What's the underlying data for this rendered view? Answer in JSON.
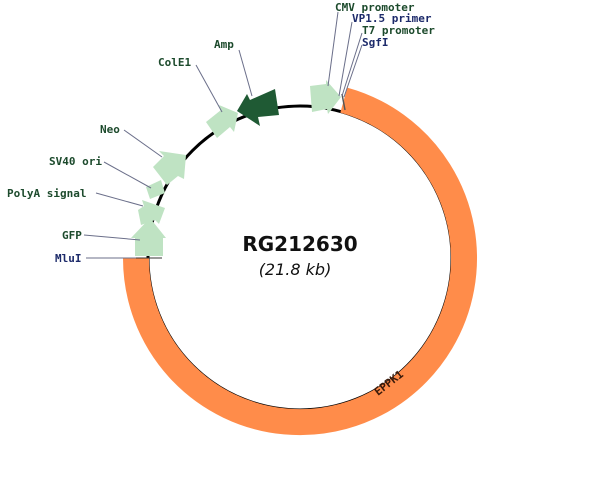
{
  "plasmid": {
    "name": "RG212630",
    "size": "(21.8 kb)"
  },
  "colors": {
    "backbone": "#000000",
    "feature_light": "#bfe3c3",
    "feature_dark": "#1f5a34",
    "insert": "#ff8c4a",
    "leader": "#6b6f8a",
    "label_feature": "#1c4a2c",
    "label_site": "#1c2a6a"
  },
  "features": {
    "cmv": "CMV promoter",
    "vp15": "VP1.5 primer",
    "t7": "T7 promoter",
    "sgfi": "SgfI",
    "amp": "Amp",
    "cole1": "ColE1",
    "neo": "Neo",
    "sv40": "SV40 ori",
    "polya": "PolyA signal",
    "gfp": "GFP",
    "mlui": "MluI",
    "insert": "EPPK1"
  }
}
